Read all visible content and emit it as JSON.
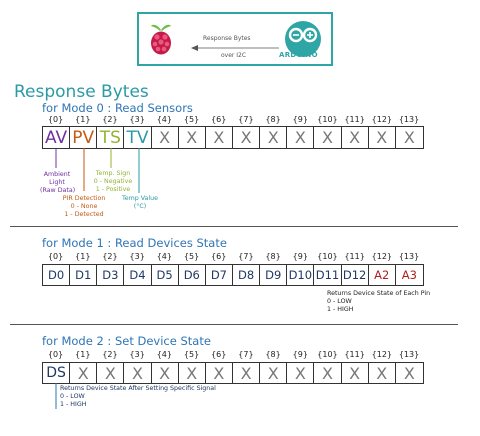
{
  "banner": {
    "text_line1": "Response Bytes",
    "text_line2": "over I2C",
    "arduino_word": "ARDUINO",
    "colors": {
      "border": "#2fa5a6",
      "rpi_red": "#c51a4a",
      "rpi_leaf": "#6cc04a",
      "arduino": "#2fa5a6"
    }
  },
  "title": "Response Bytes",
  "modes": [
    {
      "heading": "for Mode 0 : Read Sensors",
      "indices": [
        "{0}",
        "{1}",
        "{2}",
        "{3}",
        "{4}",
        "{5}",
        "{6}",
        "{7}",
        "{8}",
        "{9}",
        "{10}",
        "{11}",
        "{12}",
        "{13}"
      ],
      "cells": [
        "AV",
        "PV",
        "TS",
        "TV",
        "X",
        "X",
        "X",
        "X",
        "X",
        "X",
        "X",
        "X",
        "X",
        "X"
      ],
      "cell_colors": [
        "#7030a0",
        "#c55a11",
        "#92b334",
        "#2b9aa6"
      ],
      "annotations": {
        "av": [
          "Ambient",
          "Light",
          "(Raw Data)"
        ],
        "pv": [
          "PIR Detection",
          "0 - None",
          "1 - Detected"
        ],
        "ts": [
          "Temp. Sign",
          "0 - Negative",
          "1 - Positive"
        ],
        "tv": [
          "Temp Value",
          "(°C)"
        ]
      }
    },
    {
      "heading": "for Mode 1 : Read Devices State",
      "indices": [
        "{0}",
        "{1}",
        "{2}",
        "{3}",
        "{4}",
        "{5}",
        "{6}",
        "{7}",
        "{8}",
        "{9}",
        "{10}",
        "{11}",
        "{12}",
        "{13}"
      ],
      "cells": [
        "D0",
        "D1",
        "D3",
        "D4",
        "D5",
        "D6",
        "D7",
        "D8",
        "D9",
        "D10",
        "D11",
        "D12",
        "A2",
        "A3"
      ],
      "note": [
        "Returns Device State of Each Pin",
        "0 - LOW",
        "1 - HIGH"
      ]
    },
    {
      "heading": "for Mode 2 : Set Device State",
      "indices": [
        "{0}",
        "{1}",
        "{2}",
        "{3}",
        "{4}",
        "{5}",
        "{6}",
        "{7}",
        "{8}",
        "{9}",
        "{10}",
        "{11}",
        "{12}",
        "{13}"
      ],
      "cells": [
        "DS",
        "X",
        "X",
        "X",
        "X",
        "X",
        "X",
        "X",
        "X",
        "X",
        "X",
        "X",
        "X",
        "X"
      ],
      "note": [
        "Returns Device State After Setting Specific Signal",
        "0 - LOW",
        "1 - HIGH"
      ]
    }
  ]
}
